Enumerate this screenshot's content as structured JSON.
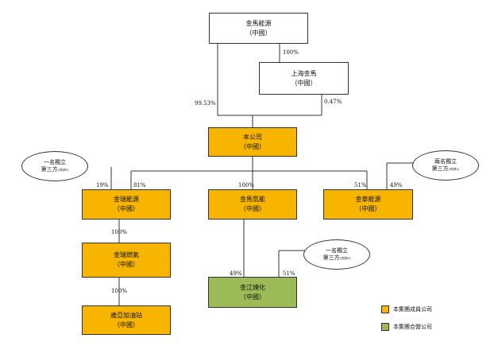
{
  "boxes": {
    "jinma_energy": {
      "name": "金馬能源",
      "region": "（中國）"
    },
    "shanghai_jinma": {
      "name": "上海金馬",
      "region": "（中國）"
    },
    "company": {
      "name": "本公司",
      "region": "（中國）"
    },
    "jinrui_energy": {
      "name": "金瑞能源",
      "region": "（中國）"
    },
    "jinma_hydrogen": {
      "name": "金馬氫能",
      "region": "（中國）"
    },
    "jinning_energy": {
      "name": "金寧能源",
      "region": "（中國）"
    },
    "jinrui_gas": {
      "name": "金瑞燃氣",
      "region": "（中國）"
    },
    "jinjiang_chem": {
      "name": "金江煉化",
      "region": "（中國）"
    },
    "station": {
      "name": "歲亞加油站",
      "region": "（中國）"
    }
  },
  "third_parties": {
    "left": {
      "line1": "一名獨立",
      "line2": "第三方",
      "note": "(附註1)"
    },
    "right": {
      "line1": "兩名獨立",
      "line2": "第三方",
      "note": "(附註2)"
    },
    "bottom": {
      "line1": "一名獨立",
      "line2": "第三方",
      "note": "(附註3)"
    }
  },
  "percentages": {
    "p100_shanghai": "100%",
    "p9953": "99.53%",
    "p047": "0.47%",
    "p19": "19%",
    "p81": "81%",
    "p100_hydrogen": "100%",
    "p51_jinning": "51%",
    "p49_jinning": "49%",
    "p100_gas": "100%",
    "p49_jinjiang": "49%",
    "p51_jinjiang": "51%",
    "p100_station": "100%"
  },
  "legend": {
    "member": {
      "label": "本集團成員公司",
      "color": "#f7b500"
    },
    "jv": {
      "label": "本集團合營公司",
      "color": "#9bbb59"
    }
  },
  "colors": {
    "member": "#f7b500",
    "jv": "#9bbb59",
    "line": "#333333"
  }
}
